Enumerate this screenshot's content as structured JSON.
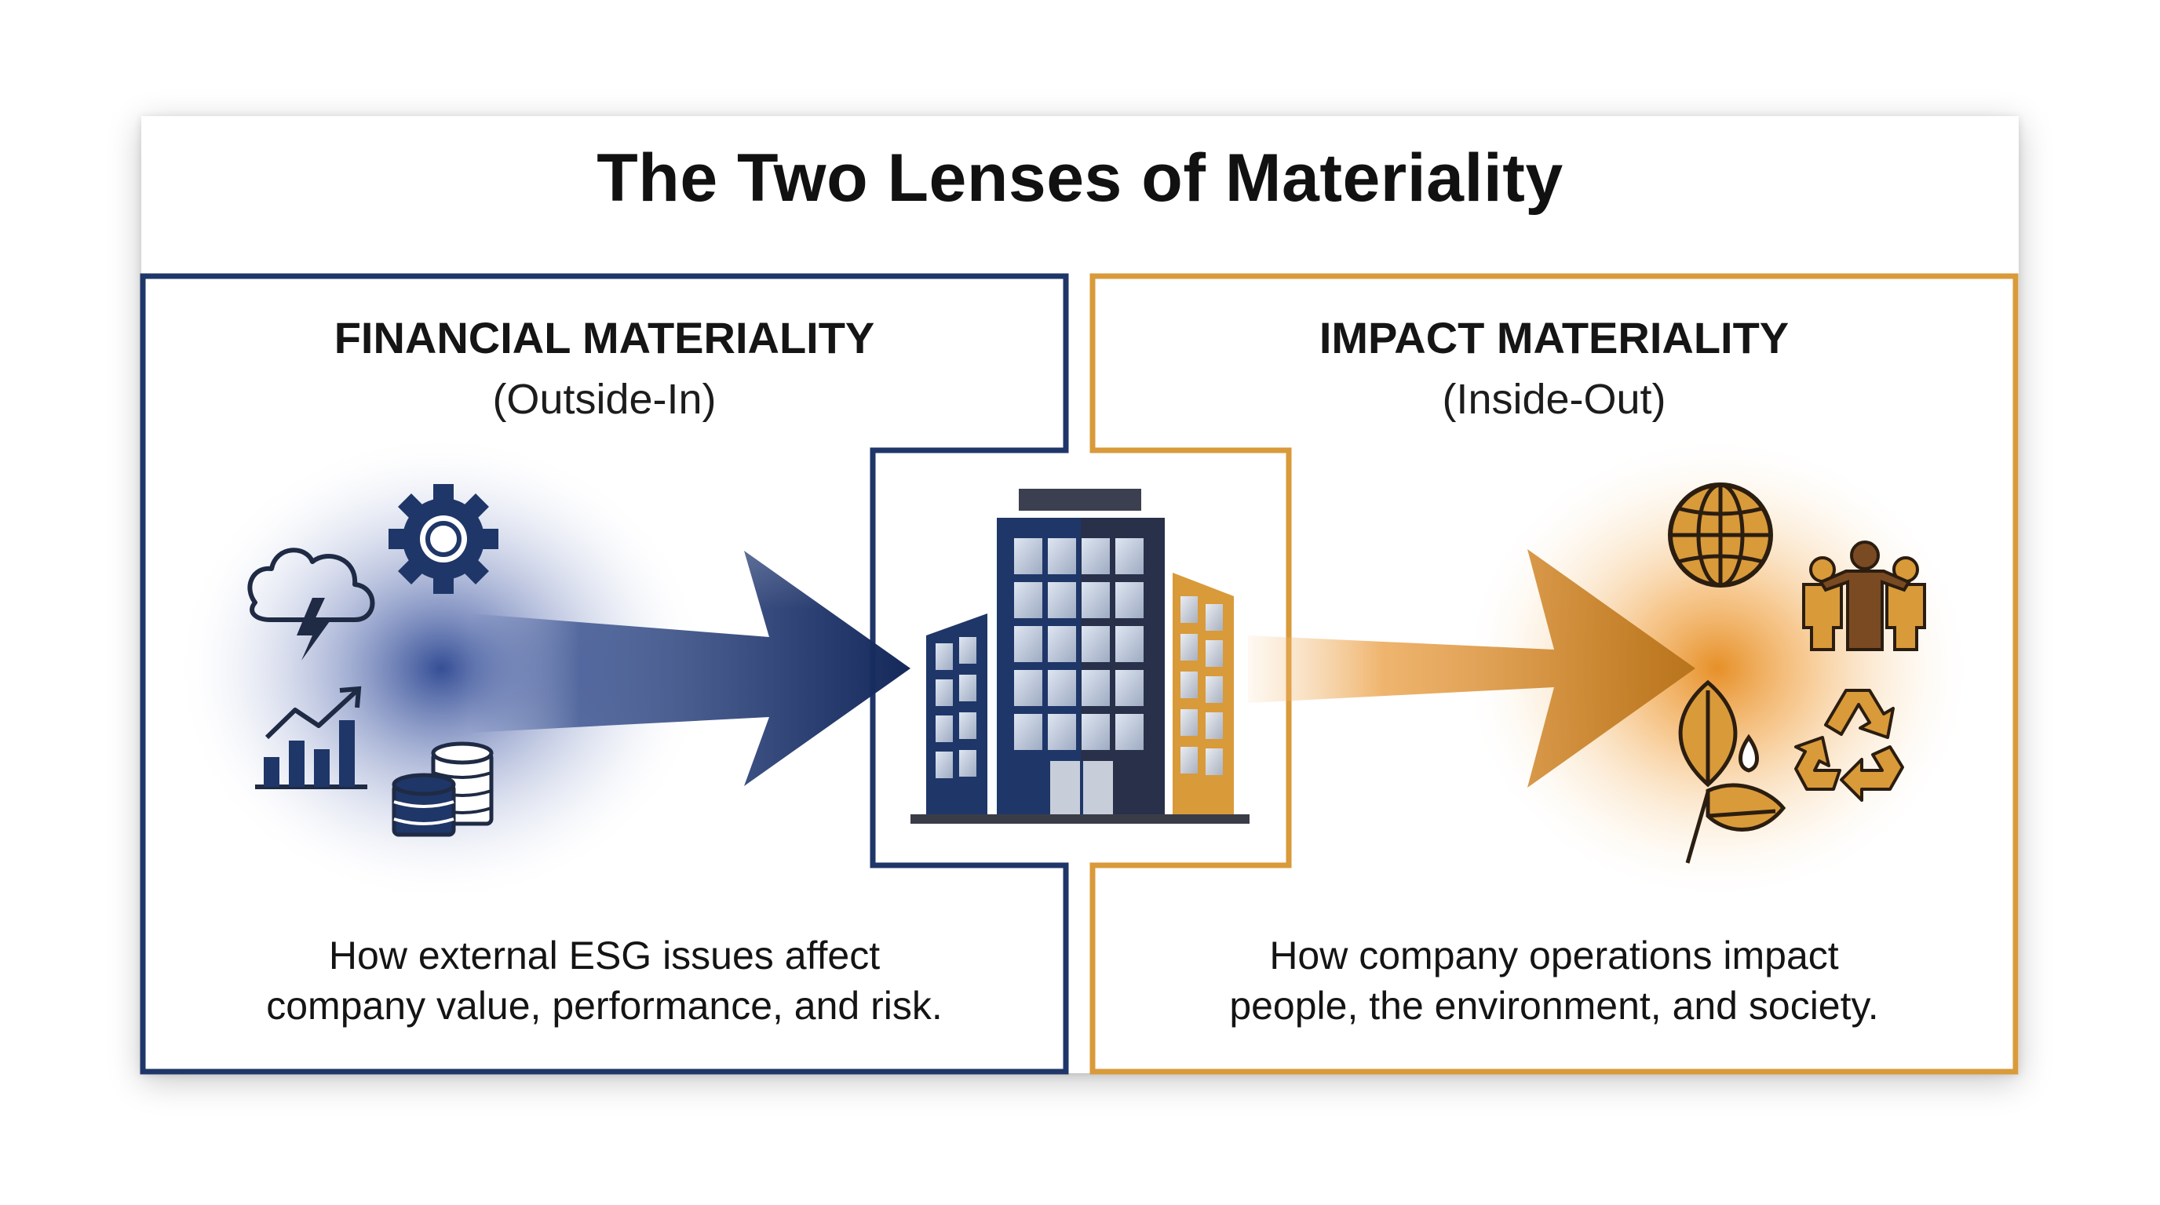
{
  "title": "The Two Lenses of Materiality",
  "colors": {
    "navy": "#1f3668",
    "gold": "#d99a3a",
    "text": "#141414"
  },
  "financial": {
    "heading": "FINANCIAL MATERIALITY",
    "subheading": "(Outside-In)",
    "description_line1": "How external ESG issues affect",
    "description_line2": "company value, performance, and risk.",
    "icons": [
      "storm-cloud-icon",
      "gear-icon",
      "bar-chart-growth-icon",
      "coin-stack-icon"
    ]
  },
  "impact": {
    "heading": "IMPACT MATERIALITY",
    "subheading": "(Inside-Out)",
    "description_line1": "How company operations impact",
    "description_line2": "people, the environment, and society.",
    "icons": [
      "globe-icon",
      "people-community-icon",
      "leaf-water-icon",
      "recycle-icon"
    ]
  },
  "center": {
    "icon": "office-building-icon"
  }
}
